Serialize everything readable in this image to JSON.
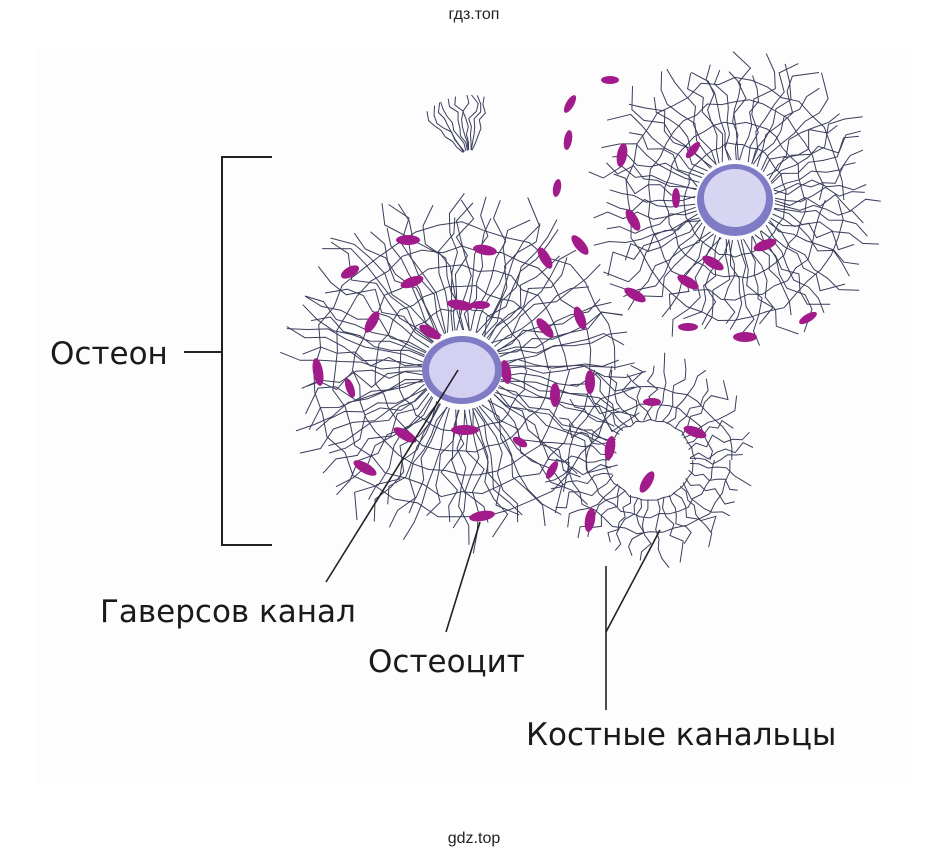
{
  "watermark_top": "гдз.топ",
  "watermark_bottom": "gdz.top",
  "labels": {
    "osteon": "Остеон",
    "haversian_canal": "Гаверсов канал",
    "osteocyte": "Остеоцит",
    "canaliculi": "Костные канальцы"
  },
  "colors": {
    "canaliculi_lines": "#3b3d5c",
    "osteocyte": "#a21b8a",
    "canal_fill": "#c9c6ec",
    "canal_ring": "#7f7bc4",
    "leader_lines": "#222222"
  }
}
